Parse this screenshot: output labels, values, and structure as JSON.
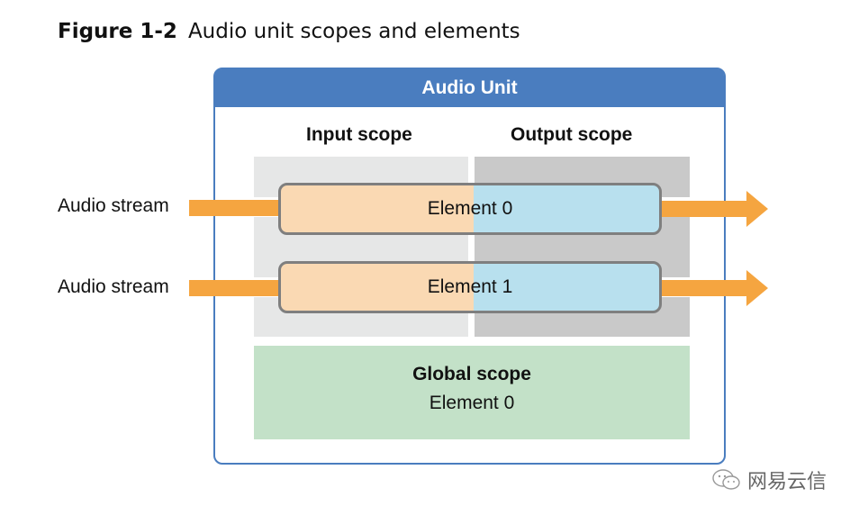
{
  "caption": {
    "number": "Figure 1-2",
    "title": "Audio unit scopes and elements"
  },
  "audio_unit": {
    "header": "Audio Unit",
    "input_scope_label": "Input scope",
    "output_scope_label": "Output scope",
    "elements": [
      {
        "label": "Element 0",
        "stream_label": "Audio stream"
      },
      {
        "label": "Element 1",
        "stream_label": "Audio stream"
      }
    ],
    "global_scope": {
      "title": "Global scope",
      "element": "Element 0"
    }
  },
  "colors": {
    "header_blue": "#4a7dbf",
    "arrow_orange": "#f5a540",
    "input_fill": "#fad9b3",
    "output_fill": "#b8e0ee",
    "global_fill": "#c3e1c8"
  },
  "watermark": {
    "text": "网易云信",
    "icon": "wechat-icon"
  }
}
